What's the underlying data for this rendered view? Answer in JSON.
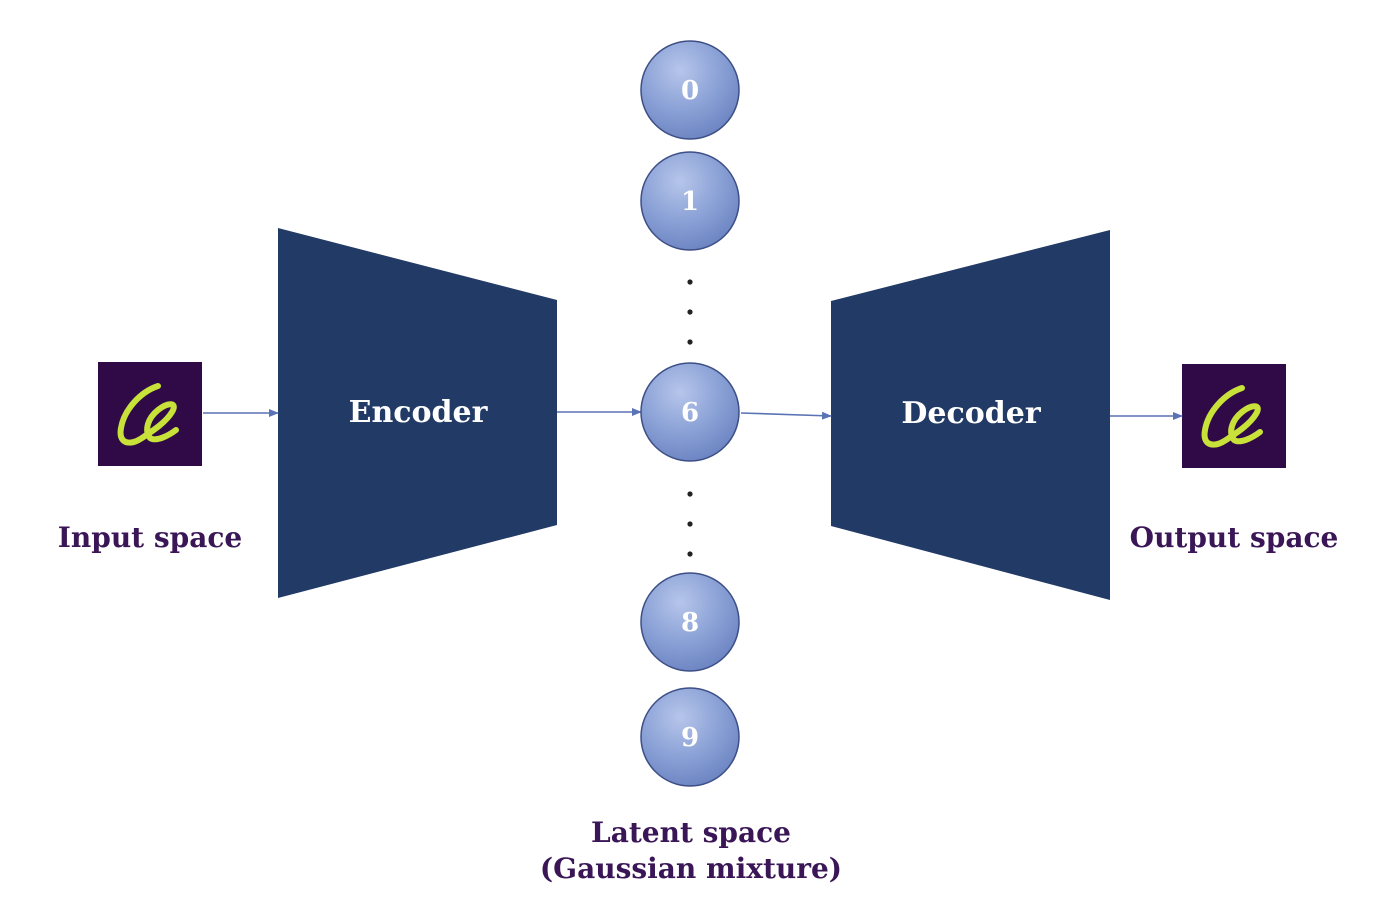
{
  "captions": {
    "input": "Input space",
    "output": "Output space",
    "latent_line1": "Latent space",
    "latent_line2": "(Gaussian mixture)"
  },
  "blocks": {
    "encoder": "Encoder",
    "decoder": "Decoder"
  },
  "latent_nodes": [
    "0",
    "1",
    "6",
    "8",
    "9"
  ],
  "images": {
    "input_digit": "6",
    "output_digit": "6"
  },
  "colors": {
    "block_fill": "#223a66",
    "node_fill": "#7f97d0",
    "node_stroke": "#3d4f86",
    "caption_text": "#3a1656",
    "digit_background": "#2f0a46",
    "digit_stroke": "#c8e23a",
    "arrow": "#5a72b6"
  }
}
